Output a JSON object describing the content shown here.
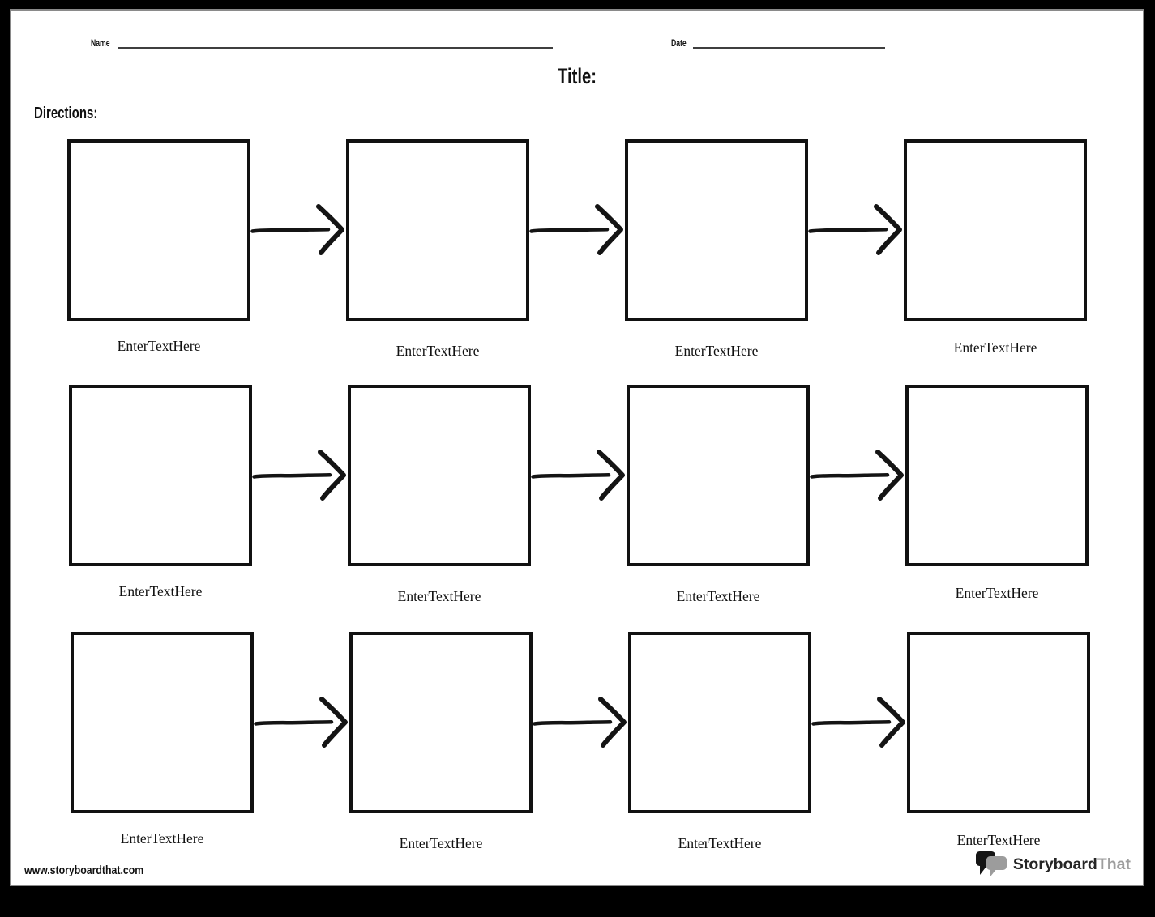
{
  "header": {
    "name_label": "Name",
    "date_label": "Date",
    "title": "Title:",
    "directions_label": "Directions:"
  },
  "flow": {
    "rows": [
      {
        "cells": [
          {
            "label": "EnterTextHere"
          },
          {
            "label": "EnterTextHere"
          },
          {
            "label": "EnterTextHere"
          },
          {
            "label": "EnterTextHere"
          }
        ]
      },
      {
        "cells": [
          {
            "label": "EnterTextHere"
          },
          {
            "label": "EnterTextHere"
          },
          {
            "label": "EnterTextHere"
          },
          {
            "label": "EnterTextHere"
          }
        ]
      },
      {
        "cells": [
          {
            "label": "EnterTextHere"
          },
          {
            "label": "EnterTextHere"
          },
          {
            "label": "EnterTextHere"
          },
          {
            "label": "EnterTextHere"
          }
        ]
      }
    ]
  },
  "footer": {
    "website_url": "www.storyboardthat.com",
    "logo": {
      "primary": "Storyboard",
      "secondary": "That"
    }
  },
  "icons": {
    "arrow": "arrow-right-icon",
    "logo": "speech-bubbles-icon"
  },
  "colors": {
    "frame": "#000000",
    "paper_edge": "#8a8a8a",
    "ink": "#111111",
    "blank_line": "#3f3f3f",
    "logo_dark": "#262626",
    "logo_gray": "#9e9e9e"
  }
}
